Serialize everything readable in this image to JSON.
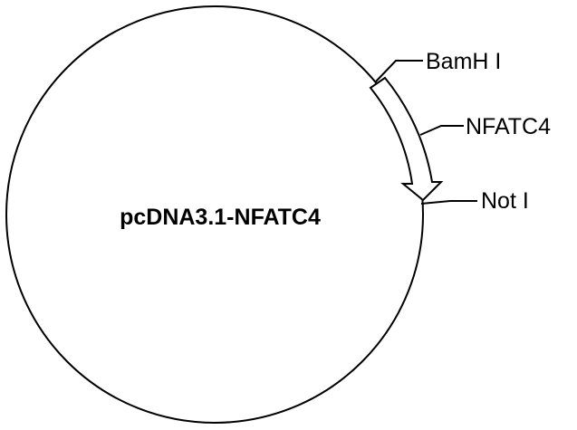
{
  "plasmid": {
    "name": "pcDNA3.1-NFATC4"
  },
  "markers": [
    {
      "label": "BamH I"
    },
    {
      "label": "NFATC4"
    },
    {
      "label": "Not I"
    }
  ],
  "colors": {
    "line": "#000000",
    "background": "#ffffff"
  }
}
